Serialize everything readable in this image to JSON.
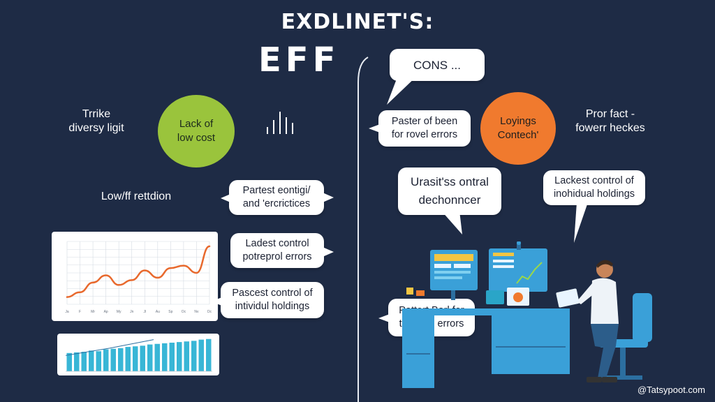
{
  "header": {
    "title": "EXDLINET'S:",
    "subtitle": "EFF"
  },
  "left": {
    "note_top": [
      "Trrike",
      "diversy ligit"
    ],
    "circle_green": [
      "Lack of",
      "low cost"
    ],
    "note_mid": "Low/ff rettdion",
    "bubble_1": [
      "Partest eontigi/",
      "and 'ercrictices"
    ],
    "bubble_2": [
      "Ladest control",
      "potreprol errors"
    ],
    "bubble_3": [
      "Pascest control of",
      "intividul holdings"
    ]
  },
  "right": {
    "bubble_cons": "CONS ...",
    "bubble_paster": [
      "Paster of been",
      "for rovel errors"
    ],
    "circle_orange": [
      "Loyings",
      "Contech'"
    ],
    "note_top": [
      "Pror fact -",
      "fowerr heckes"
    ],
    "bubble_urasit": [
      "Urasit'ss ontral",
      "dechonncer"
    ],
    "bubble_lackest": [
      "Lackest control of",
      "inohidual holdings"
    ],
    "bubble_pattert": [
      "Pattert Barl for",
      "tracking errors"
    ]
  },
  "watermark": "@Tatsypoot.com",
  "colors": {
    "background": "#1e2b45",
    "green": "#9ac43c",
    "orange": "#f07a2e",
    "line_chart": "#e8692d",
    "bars": "#38b6d6",
    "screen": "#3aa0d8"
  },
  "chart_data": [
    {
      "type": "line",
      "x": [
        "Ja",
        "F",
        "Mr",
        "Ap",
        "My",
        "Jn",
        "Jl",
        "Au",
        "Sp",
        "Oc",
        "Nv",
        "Dc"
      ],
      "values": [
        3,
        5,
        9,
        12,
        8,
        10,
        14,
        11,
        15,
        16,
        13,
        24
      ],
      "ylim": [
        0,
        26
      ],
      "grid": true
    },
    {
      "type": "bar",
      "values": [
        30,
        31,
        32,
        34,
        33,
        36,
        37,
        38,
        40,
        41,
        42,
        44,
        45,
        46,
        47,
        48,
        49,
        50,
        52,
        53
      ],
      "trend": [
        26,
        32,
        38,
        45,
        52
      ]
    }
  ]
}
